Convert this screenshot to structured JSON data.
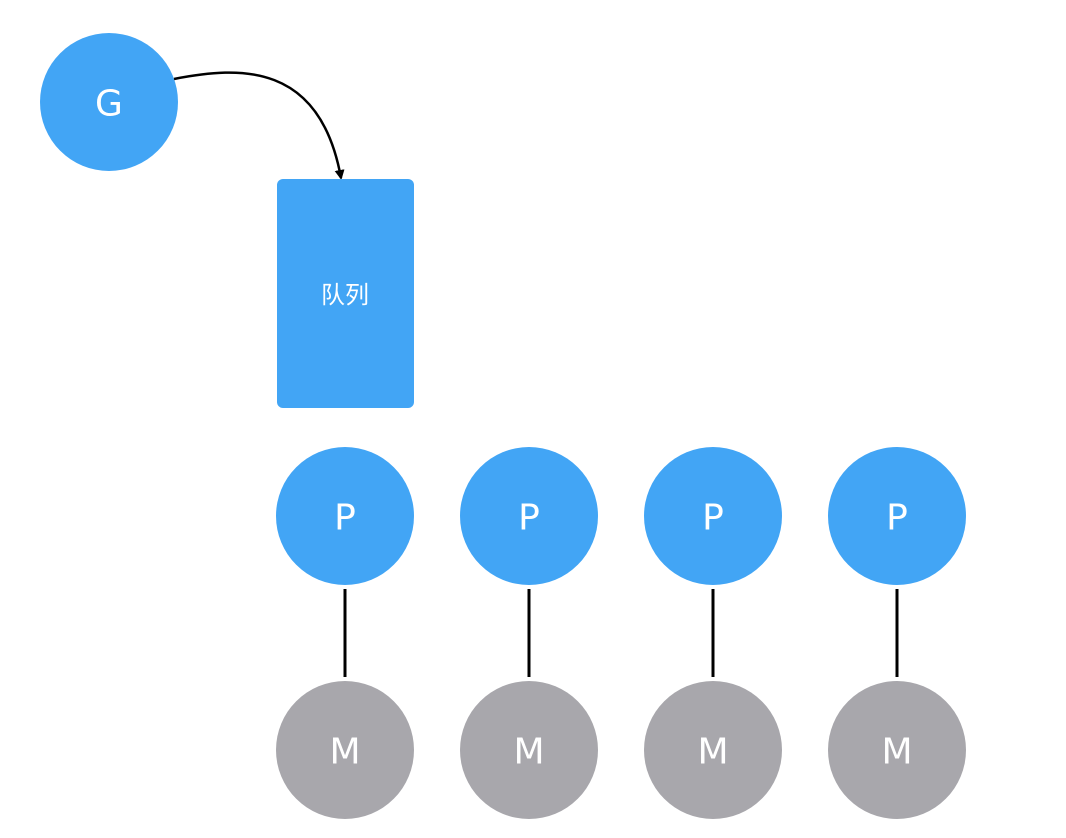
{
  "colors": {
    "blue": "#42a5f5",
    "gray": "#a8a7ac",
    "line": "#000000",
    "text": "#ffffff",
    "background": "#ffffff"
  },
  "goroutine": {
    "label": "G"
  },
  "queue": {
    "label": "队列"
  },
  "processors": [
    {
      "label": "P"
    },
    {
      "label": "P"
    },
    {
      "label": "P"
    },
    {
      "label": "P"
    }
  ],
  "machines": [
    {
      "label": "M"
    },
    {
      "label": "M"
    },
    {
      "label": "M"
    },
    {
      "label": "M"
    }
  ]
}
